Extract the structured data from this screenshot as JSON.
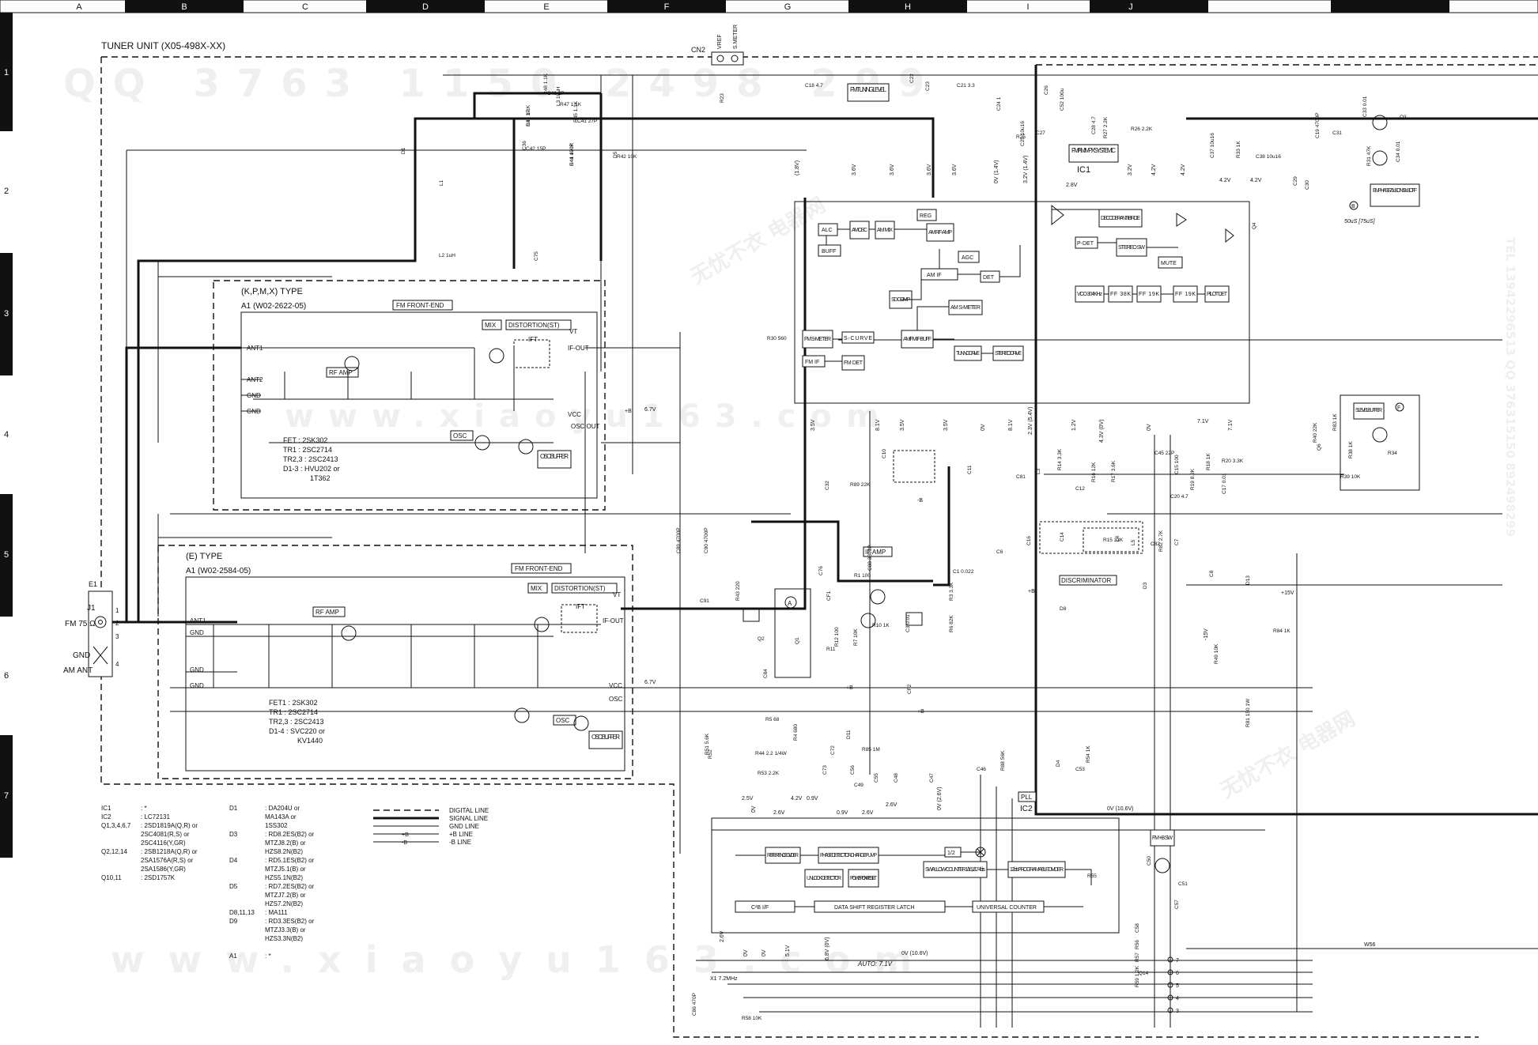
{
  "grid": {
    "columns": [
      "A",
      "B",
      "C",
      "D",
      "E",
      "F",
      "G",
      "H",
      "I",
      "J"
    ],
    "rows": [
      "1",
      "2",
      "3",
      "4",
      "5",
      "6",
      "7"
    ]
  },
  "watermarks": {
    "code": "QQ 3763 1150 2498 299",
    "site": "www.xiaoyu163.com",
    "cn": "无忧不衣 电器网",
    "tel": "TEL 13942296513 QQ 376315150 892498299"
  },
  "title": "TUNER UNIT (X05-498X-XX)",
  "connectors": {
    "cn2": "CN2",
    "cn2_pins": [
      "VREF",
      "S.METER"
    ],
    "j1": "J1",
    "e1": "E1",
    "fm75": "FM 75 Ω",
    "gnd": "GND",
    "am_ant": "AM ANT",
    "w56": "W56"
  },
  "frontends": [
    {
      "type_label": "(K,P,M,X) TYPE",
      "module": "A1 (W02-2622-05)",
      "block_title": "FM FRONT-END",
      "mix": "MIX",
      "distortion": "DISTORTION(ST)",
      "rf_amp": "RF AMP",
      "osc": "OSC",
      "osc_buffer": "OSC BUFFER",
      "ift": "IFT",
      "pins_left": [
        "ANT1",
        "ANT2",
        "GND",
        "GND"
      ],
      "pins_right": [
        "VT",
        "IF-OUT",
        "VCC",
        "OSC OUT"
      ],
      "parts": [
        "FET : 2SK302",
        "TR1 : 2SC2714",
        "TR2,3 : 2SC2413",
        "D1-3 : HVU202 or",
        "1T362"
      ]
    },
    {
      "type_label": "(E) TYPE",
      "module": "A1 (W02-2584-05)",
      "block_title": "FM FRONT-END",
      "mix": "MIX",
      "distortion": "DISTORTION(ST)",
      "rf_amp": "RF AMP",
      "osc": "OSC",
      "osc_buffer": "OSC BUFFER",
      "ift": "IFT",
      "pins_left": [
        "ANT1",
        "GND",
        "GND",
        "GND"
      ],
      "pins_right": [
        "VT",
        "IF-OUT",
        "VCC",
        "OSC"
      ],
      "parts": [
        "FET1 : 2SK302",
        "TR1 : 2SC2714",
        "TR2,3 : 2SC2413",
        "D1-4 : SVC220 or",
        "KV1440"
      ]
    }
  ],
  "ic1": {
    "ref": "IC1",
    "title": "FM/AM/MPX SYSTEM IC",
    "blocks": [
      "ALC",
      "AM OSC",
      "AM MIX",
      "REG",
      "AM RF-AMP",
      "BUFF",
      "AGC",
      "DET",
      "AM IF",
      "SD COMP",
      "AM S-METER",
      "FM S-METER",
      "S-CURVE",
      "AM/FM IF-BUFF",
      "TUNING DRIVE",
      "STEREO DRIVE",
      "FM IF",
      "FM DET",
      "DECODER ANTI-BIRDIE",
      "P-DET",
      "STEREO SW",
      "MUTE",
      "VCO 304KHz",
      "FF 38K",
      "FF 19K",
      "FF 19K",
      "PILOT DET"
    ],
    "fm_tuning_level": "FM TUNING LEVEL",
    "pin_voltages_top": [
      "(1.8V)",
      "3.6V",
      "3.6V",
      "3.6V",
      "3.6V",
      "0V (1.4V)",
      "3.2V (1.4V)",
      "2.8V",
      "3.2V",
      "4.2V",
      "4.2V",
      "4.2V",
      "4.2V"
    ],
    "pin_voltages_bottom": [
      "3.5V",
      "8.1V",
      "3.5V",
      "3.5V",
      "0V",
      "8.1V",
      "2.3V (5.4V)",
      "1.2V",
      "4.3V (0V)",
      "0V",
      "7.1V",
      "7.1V"
    ]
  },
  "ic2": {
    "ref": "IC2",
    "title": "PLL",
    "blocks": [
      "REFERENCE DIVIDER",
      "PHASE DETECTOR CHARGE PUMP",
      "1/2",
      "SWALLOW COUNTER 1/16,1/17 4bits",
      "12bits PROGRAMABLE DIVIDER",
      "UNLOCK DETECTOR",
      "POWER ON RESET",
      "C²B I/F",
      "DATA SHIFT REGISTER LATCH",
      "UNIVERSAL COUNTER"
    ],
    "voltages": [
      "2.5V",
      "0V",
      "2.6V",
      "4.2V",
      "0.9V",
      "0.9V",
      "2.6V",
      "2.6V",
      "0V (2.6V)",
      "0V (10.6V)",
      "2.6V",
      "0V",
      "0V",
      "5.1V",
      "6.8V (0V)",
      "0V (10.6V)"
    ],
    "auto": "AUTO: 7.1V"
  },
  "labels": {
    "if_amp": "IF AMP",
    "discriminator": "DISCRIMINATOR",
    "emphasis": "EMPHASIS 75uS: ON 50uS: OFF",
    "emphasis_note": "50uS [75uS]",
    "s_level_buffer": "S LEVEL BUFFER",
    "fm_b_sw": "FM +B SW",
    "circle_a": "A",
    "circle_b": "B",
    "circle_f": "F",
    "plus_b": "+B",
    "minus_b": "-B",
    "v67": "6.7V",
    "v15": "+15V",
    "v15n": "-15V",
    "x1": "X1 7.2MHz"
  },
  "parts_list": {
    "col1": [
      [
        "IC1",
        ": *"
      ],
      [
        "IC2",
        ": LC72131"
      ],
      [
        "Q1,3,4,6,7",
        ": 2SD1819A(Q,R) or"
      ],
      [
        "",
        "2SC4081(R,S) or"
      ],
      [
        "",
        "2SC4116(Y,GR)"
      ],
      [
        "Q2,12,14",
        ": 2SB1218A(Q,R) or"
      ],
      [
        "",
        "2SA1576A(R,S) or"
      ],
      [
        "",
        "2SA1586(Y,GR)"
      ],
      [
        "Q10,11",
        ": 2SD1757K"
      ]
    ],
    "col2": [
      [
        "D1",
        ": DA204U or"
      ],
      [
        "",
        "MA143A or"
      ],
      [
        "",
        "1SS302"
      ],
      [
        "D3",
        ": RD8.2ES(B2) or"
      ],
      [
        "",
        "MTZJ8.2(B) or"
      ],
      [
        "",
        "HZS8.2N(B2)"
      ],
      [
        "D4",
        ": RD5.1ES(B2) or"
      ],
      [
        "",
        "MTZJ5.1(B) or"
      ],
      [
        "",
        "HZS5.1N(B2)"
      ],
      [
        "D5",
        ": RD7.2ES(B2) or"
      ],
      [
        "",
        "MTZJ7.2(B) or"
      ],
      [
        "",
        "HZS7.2N(B2)"
      ],
      [
        "D8,11,13",
        ": MA111"
      ],
      [
        "D9",
        ": RD3.3ES(B2) or"
      ],
      [
        "",
        "MTZJ3.3(B) or"
      ],
      [
        "",
        "HZS3.3N(B2)"
      ],
      [
        "",
        ""
      ],
      [
        "A1",
        ": *"
      ]
    ]
  },
  "legend": [
    {
      "style": "dashed",
      "label": "DIGITAL LINE"
    },
    {
      "style": "bold",
      "label": "SIGNAL LINE"
    },
    {
      "style": "thin",
      "label": "GND LINE"
    },
    {
      "style": "plus",
      "label": "+B LINE",
      "mark": "+B"
    },
    {
      "style": "minus",
      "label": "-B LINE",
      "mark": "-B"
    }
  ],
  "components": [
    "C40 2P",
    "L3 10uH",
    "C39 3P",
    "C41 27P",
    "C36",
    "R41 100K",
    "R42 10K",
    "D1",
    "L1",
    "L2 1uH",
    "C75",
    "R23",
    "C18 4.7",
    "C22",
    "C23",
    "C21 3.3",
    "C24 1",
    "C25 10u16",
    "C27",
    "C26",
    "C52 100u",
    "R25",
    "C28 4.7",
    "R27 2.2K",
    "R26 2.2K",
    "C37 10u16",
    "R33 1K",
    "C38 10u16",
    "C29",
    "C19 4700P",
    "C31",
    "C30",
    "C33 0.01",
    "Q3",
    "R31 47K",
    "C34 0.01",
    "R30 560",
    "Q4",
    "R83 1K",
    "R34",
    "R38 1K",
    "Q6",
    "R39 10K",
    "R40 22K",
    "C32",
    "R89 22K",
    "C11",
    "C10",
    "C81",
    "L3",
    "R14 3.3K",
    "C12",
    "R16 12K",
    "R17 3.6K",
    "C45 22P",
    "C15 100",
    "R18 1K",
    "R20 3.3K",
    "C17 0.01",
    "R19 8.2K",
    "C20 4.7",
    "C16",
    "C14",
    "R15 33K",
    "L4",
    "L5",
    "C82",
    "R82 2.7K",
    "C7",
    "C6",
    "C8",
    "D3",
    "D8",
    "D13",
    "R81 150 1W",
    "R84 1K",
    "C89 4700P",
    "C90 4700P",
    "C91",
    "R43 220",
    "C76",
    "R1 100",
    "C88 3300P",
    "CF1",
    "C1 0.022",
    "R3 3.3K",
    "R6 82K",
    "R10 1K",
    "R7 10K",
    "C3 0.01",
    "R11",
    "R12 100",
    "Q1",
    "Q2",
    "C84",
    "CF2",
    "R5 68",
    "R4 680",
    "D11",
    "R85 1M",
    "C72",
    "C73",
    "R44 2.2 1/4W",
    "R52",
    "R51 5.6K",
    "R53 2.2K",
    "C55",
    "C56",
    "C49",
    "C48",
    "C47",
    "C46",
    "R88 56K",
    "D4",
    "C53",
    "R54 1K",
    "C50",
    "C51",
    "C57",
    "C58",
    "R55",
    "R56",
    "R57",
    "Q14",
    "R59 1.2K",
    "C86 470P",
    "R58 10K",
    "R49 10K",
    "R48 1.1K",
    "R47 1.1K",
    "R46 1.1K",
    "R45 1.1K",
    "C42 15P",
    "C44 470P",
    "D5"
  ]
}
